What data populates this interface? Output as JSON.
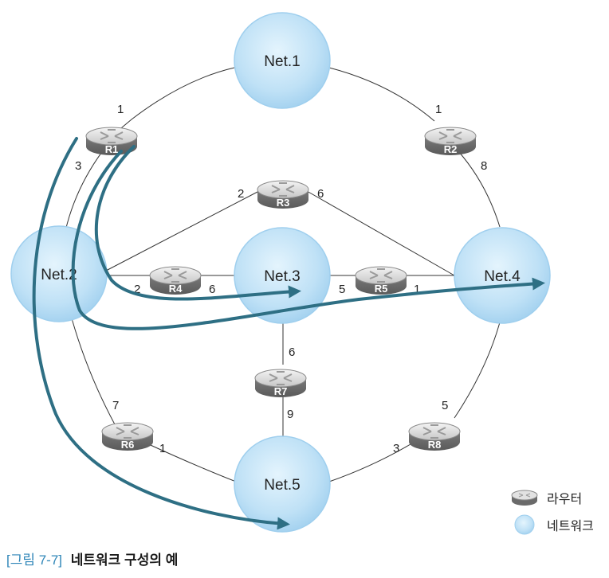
{
  "networks": {
    "net1": "Net.1",
    "net2": "Net.2",
    "net3": "Net.3",
    "net4": "Net.4",
    "net5": "Net.5"
  },
  "routers": {
    "r1": "R1",
    "r2": "R2",
    "r3": "R3",
    "r4": "R4",
    "r5": "R5",
    "r6": "R6",
    "r7": "R7",
    "r8": "R8"
  },
  "link_costs": {
    "r1_net1": "1",
    "r1_net2": "3",
    "r2_net1": "1",
    "r2_net4": "8",
    "r3_net2": "2",
    "r3_net4": "6",
    "r4_net2": "2",
    "r4_net3": "6",
    "r5_net3": "5",
    "r5_net4": "1",
    "r7_net3": "6",
    "r7_net5": "9",
    "r6_net2": "7",
    "r6_net5": "1",
    "r8_net5": "3",
    "r8_net4": "5"
  },
  "legend": {
    "router": "라우터",
    "network": "네트워크"
  },
  "caption": {
    "figure": "[그림 7-7]",
    "title": "네트워크 구성의 예"
  },
  "colors": {
    "network_fill": "#bfe1f6",
    "network_stroke": "#8ec8ec",
    "arrow": "#2e6f84",
    "router_body": "#8a8a8a",
    "figure_label": "#2f86b8"
  }
}
